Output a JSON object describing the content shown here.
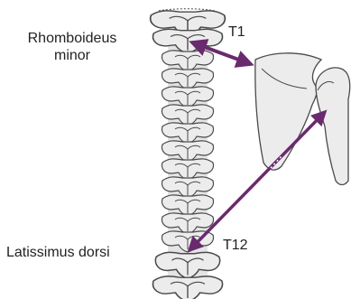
{
  "labels": {
    "rhomboideus_line1": "Rhomboideus",
    "rhomboideus_line2": "minor",
    "t1": "T1",
    "latissimus": "Latissimus dorsi",
    "t12": "T12"
  },
  "colors": {
    "arrow": "#6a2a6e",
    "bone_fill": "#ececec",
    "bone_stroke": "#4a4a4a"
  },
  "icons": {
    "spine": "vertebral-column-illustration",
    "scapula": "scapula-illustration",
    "humerus": "humerus-illustration"
  }
}
